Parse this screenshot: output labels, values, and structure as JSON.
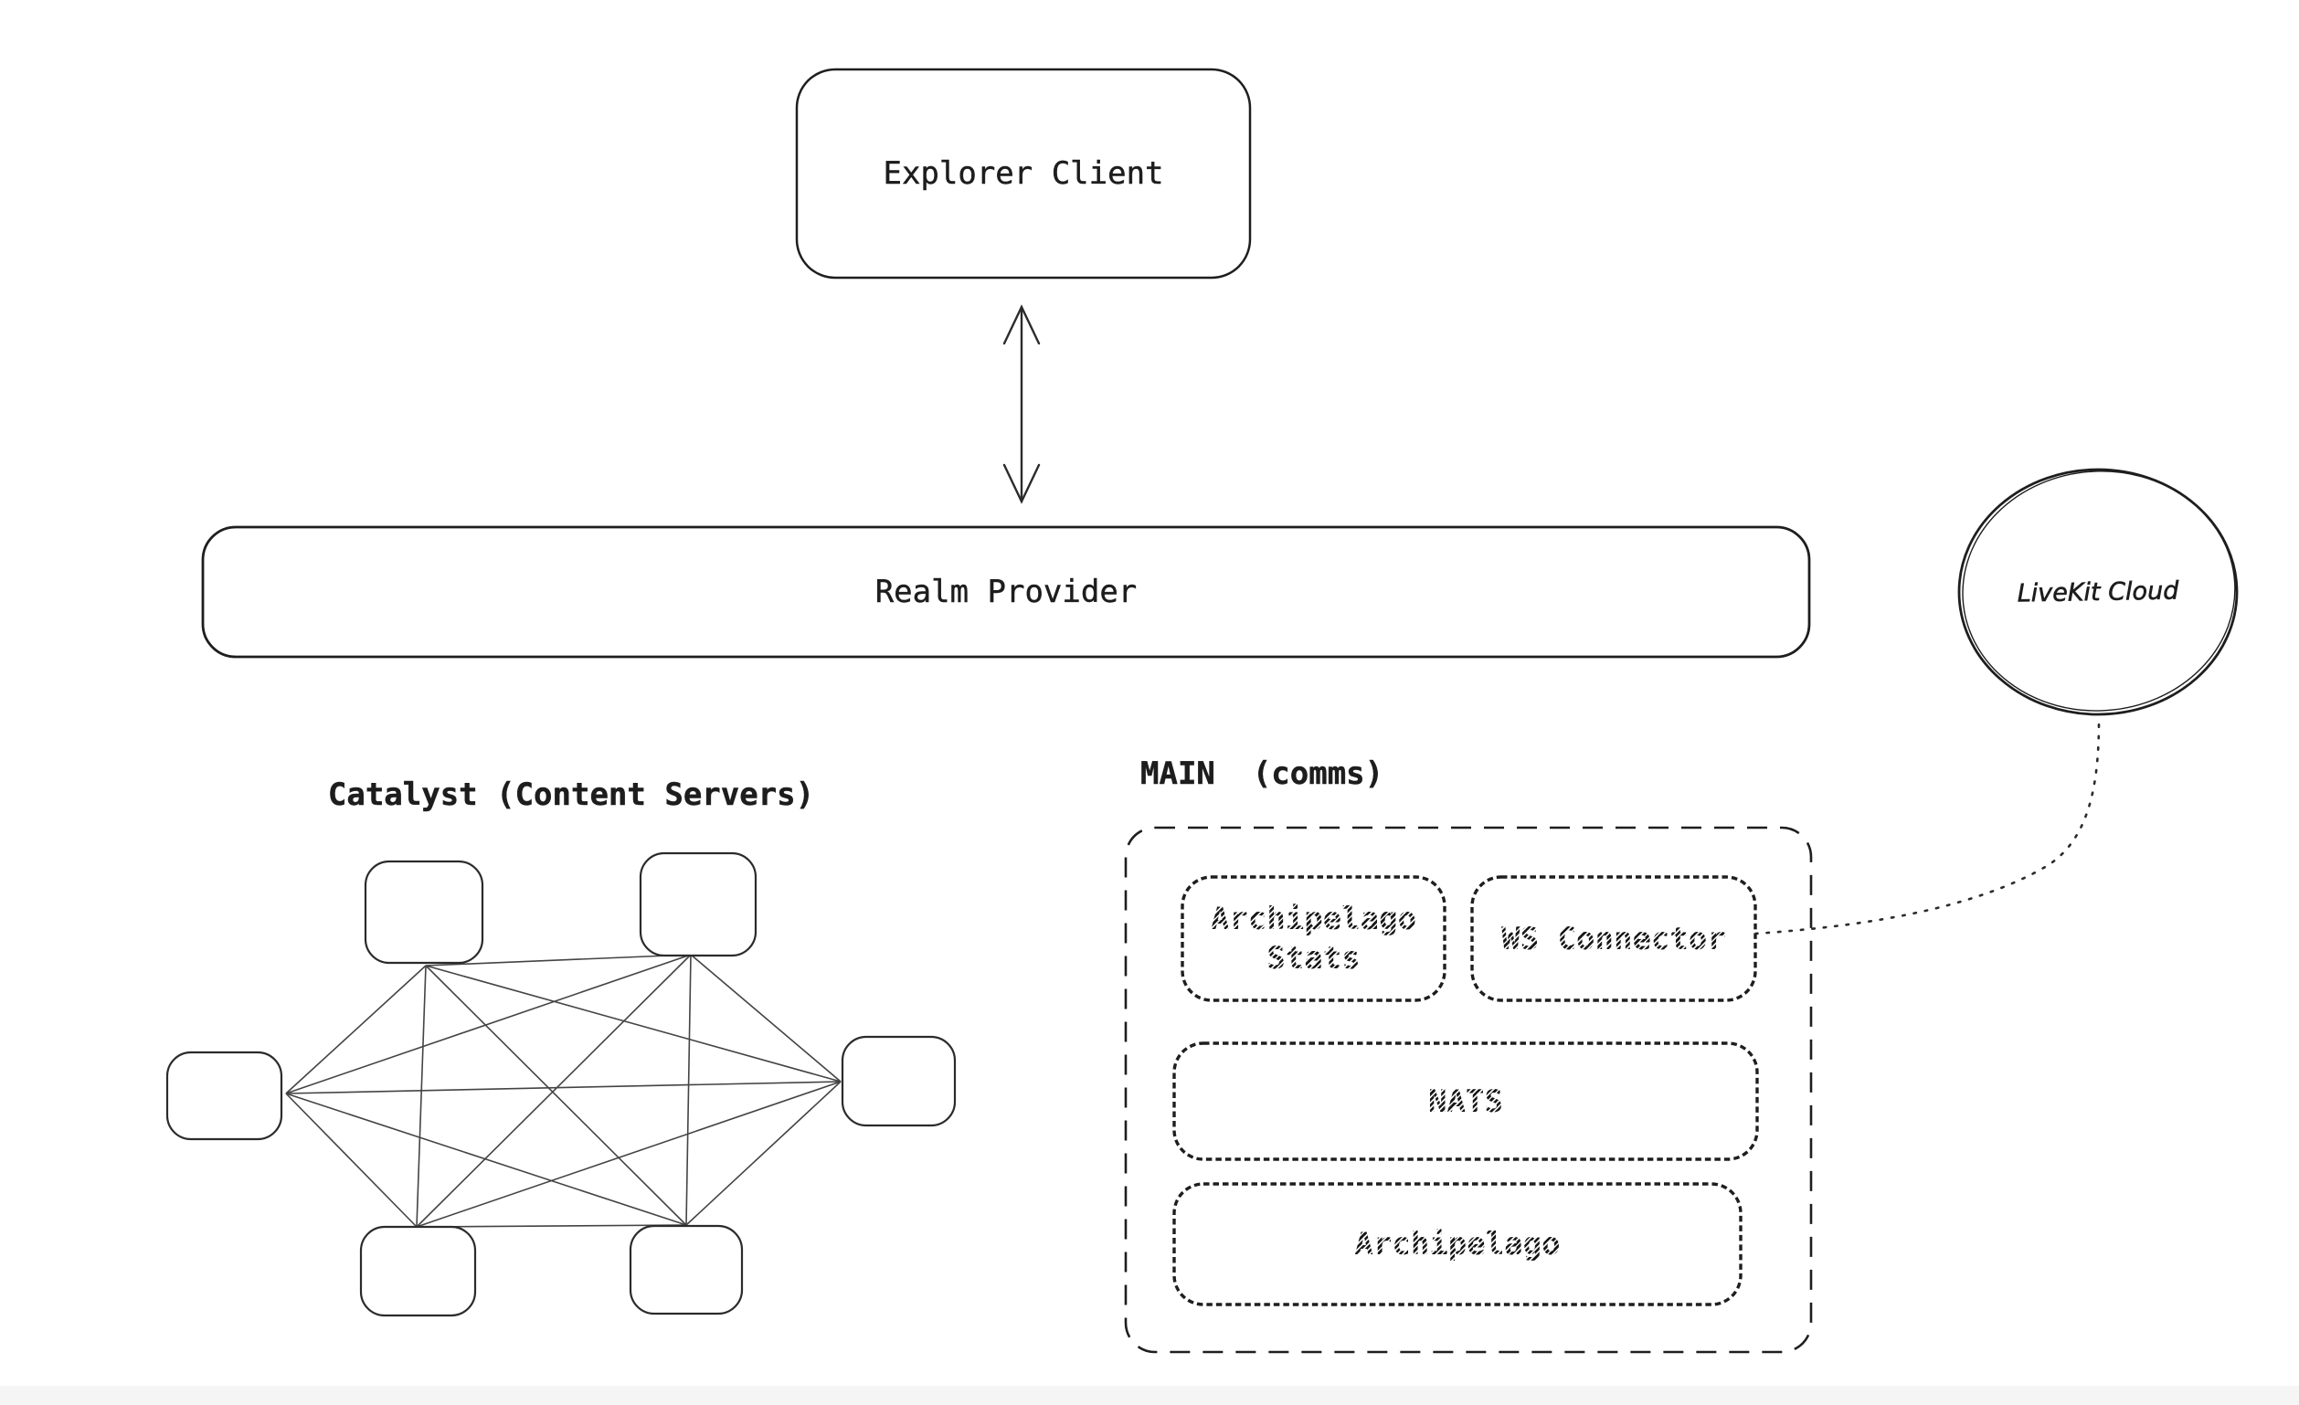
{
  "page": {
    "background": "#ffffff",
    "footer_strip_color": "#f5f5f6"
  },
  "palette": {
    "stroke": "#1e1e1e",
    "mesh_line": "#444444",
    "text": "#1d1d1d"
  },
  "nodes": {
    "explorer_client": {
      "label": "Explorer Client",
      "shape": "rounded-rect",
      "border": "solid"
    },
    "realm_provider": {
      "label": "Realm Provider",
      "shape": "rounded-rect",
      "border": "solid"
    },
    "livekit_cloud": {
      "label": "LiveKit Cloud",
      "shape": "circle",
      "border": "sketchy"
    }
  },
  "sections": {
    "catalyst": {
      "label": "Catalyst (Content Servers)",
      "node_count": 6,
      "topology": "full-mesh",
      "edge_count": 15
    },
    "main": {
      "label": "MAIN  (comms)",
      "container_border": "dashed"
    }
  },
  "main_boxes": {
    "archipelago_stats": {
      "label": "Archipelago Stats",
      "border": "hatched-dashed"
    },
    "ws_connector": {
      "label": "WS Connector",
      "border": "hatched-dashed"
    },
    "nats": {
      "label": "NATS",
      "border": "hatched-dashed"
    },
    "archipelago": {
      "label": "Archipelago",
      "border": "hatched-dashed"
    }
  },
  "connections": [
    {
      "from": "explorer_client",
      "to": "realm_provider",
      "style": "double-headed-arrow"
    },
    {
      "from": "ws_connector",
      "to": "livekit_cloud",
      "style": "dotted-curve"
    },
    {
      "within": "catalyst",
      "style": "full-mesh-lines"
    }
  ]
}
